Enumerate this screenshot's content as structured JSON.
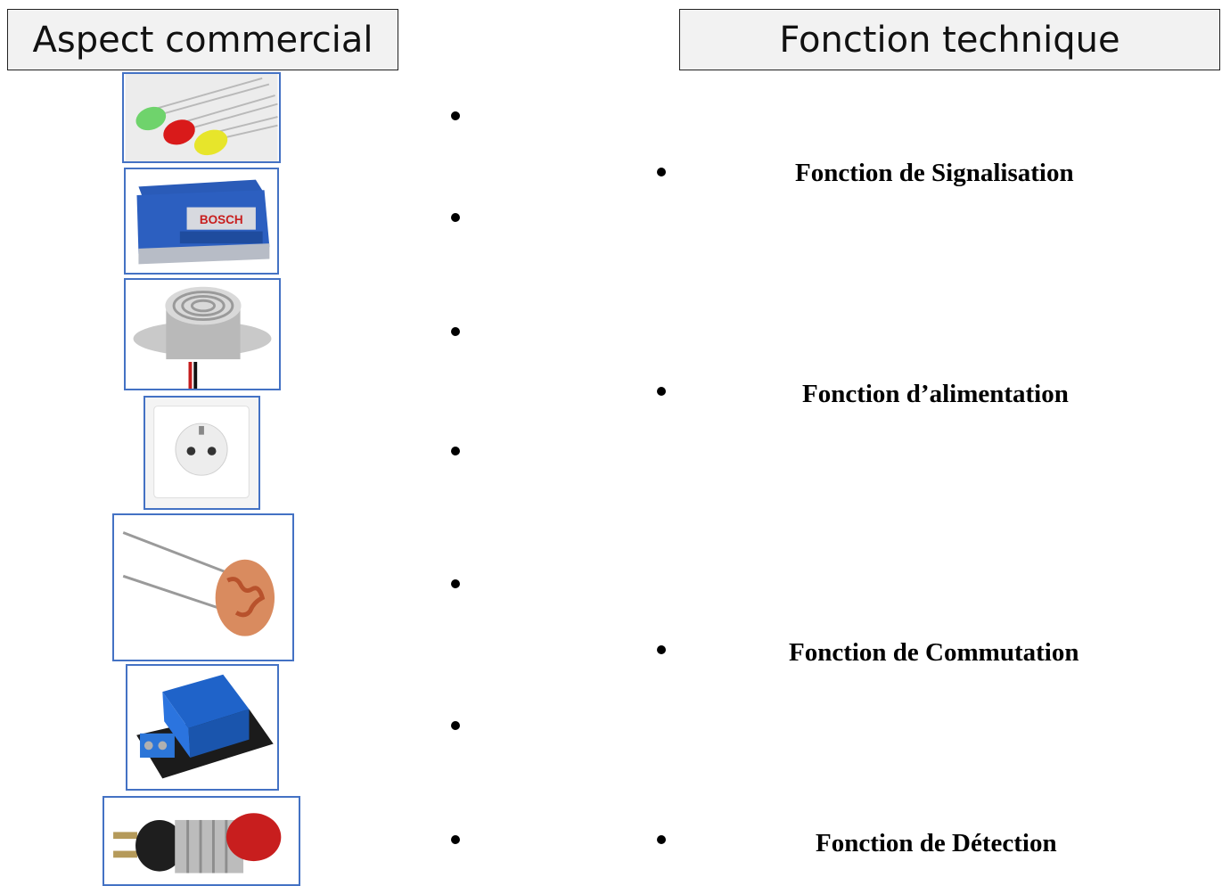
{
  "headers": {
    "left": "Aspect commercial",
    "right": "Fonction technique"
  },
  "components": [
    {
      "icon": "led-icon"
    },
    {
      "icon": "battery-icon"
    },
    {
      "icon": "buzzer-icon"
    },
    {
      "icon": "power-socket-icon"
    },
    {
      "icon": "photoresistor-icon"
    },
    {
      "icon": "relay-module-icon"
    },
    {
      "icon": "push-button-icon"
    }
  ],
  "functions": [
    {
      "label": "Fonction de Signalisation"
    },
    {
      "label": "Fonction d’alimentation"
    },
    {
      "label": "Fonction de Commutation"
    },
    {
      "label": "Fonction de Détection"
    }
  ],
  "battery_brand": "BOSCH",
  "colors": {
    "frame_border": "#4472c4",
    "header_bg": "#f2f2f2"
  }
}
